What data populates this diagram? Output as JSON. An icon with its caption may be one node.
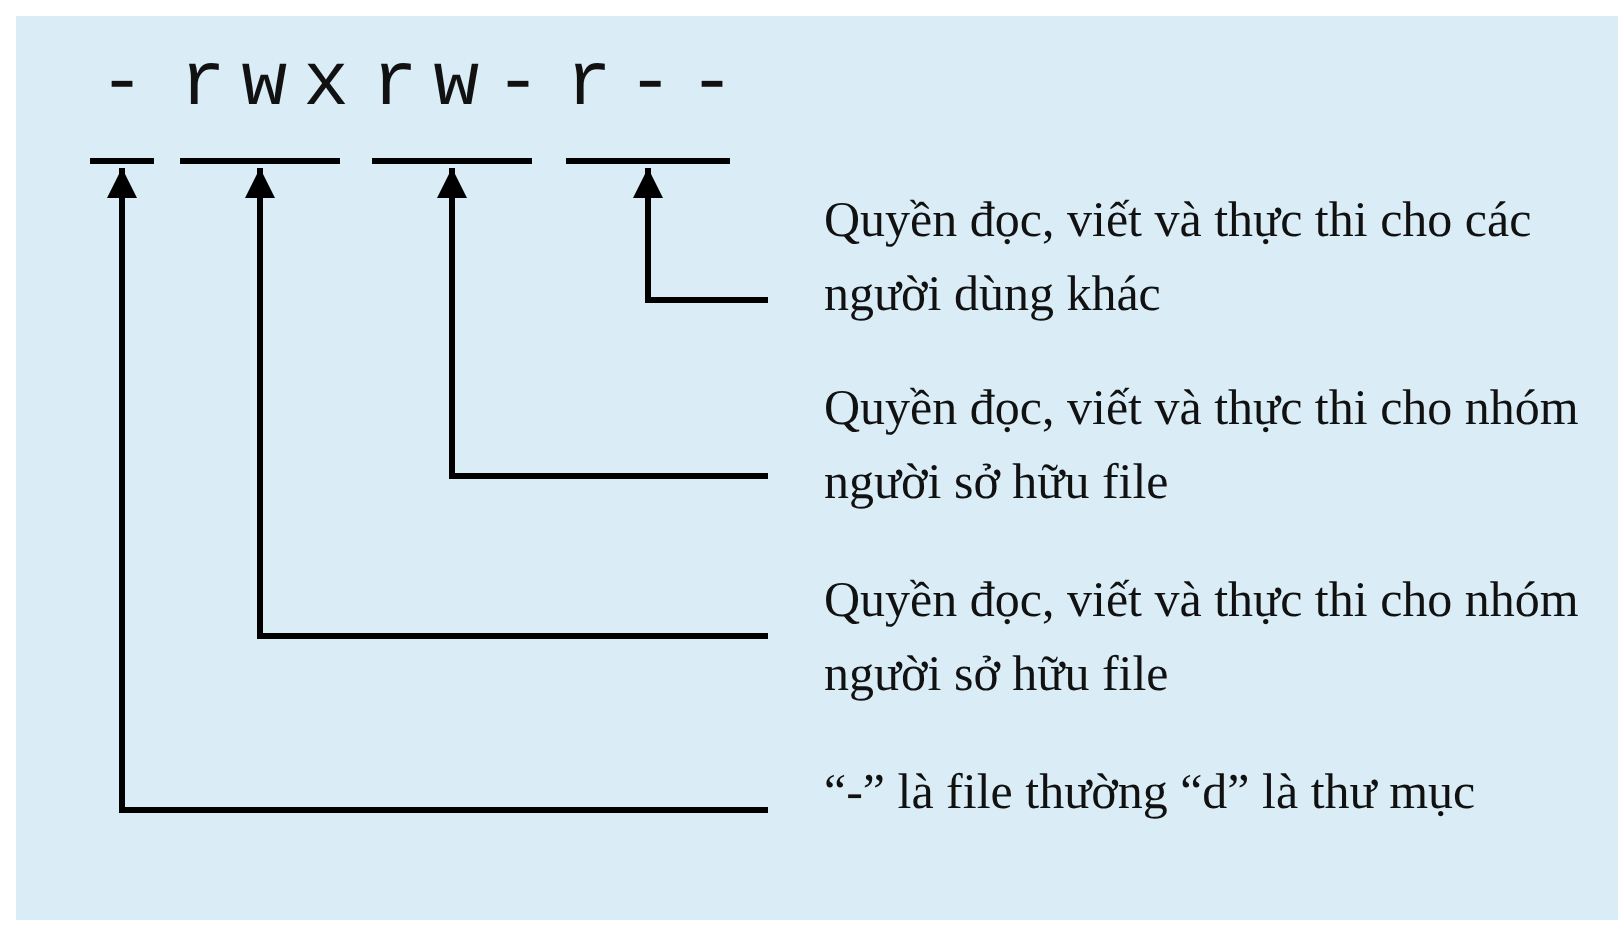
{
  "diagram": {
    "nodes": [
      {
        "text": [
          "-"
        ]
      },
      {
        "text": [
          "rwx"
        ]
      },
      {
        "text": [
          "rw-"
        ]
      },
      {
        "text": [
          "r--"
        ]
      },
      {
        "text": [
          "Quyền đọc, viết và thực thi cho các người dùng khác"
        ]
      },
      {
        "text": [
          "Quyền đọc, viết và thực thi cho nhóm người sở hữu file"
        ]
      },
      {
        "text": [
          "Quyền đọc, viết và thực thi cho nhóm người sở hữu file"
        ]
      },
      {
        "text": [
          "“-” là file thường “d” là thư mục"
        ]
      }
    ],
    "edges": [
      {
        "from": 4,
        "to": 3,
        "arrow": "to"
      },
      {
        "from": 5,
        "to": 2,
        "arrow": "to"
      },
      {
        "from": 6,
        "to": 1,
        "arrow": "to"
      },
      {
        "from": 7,
        "to": 0,
        "arrow": "to"
      }
    ]
  }
}
